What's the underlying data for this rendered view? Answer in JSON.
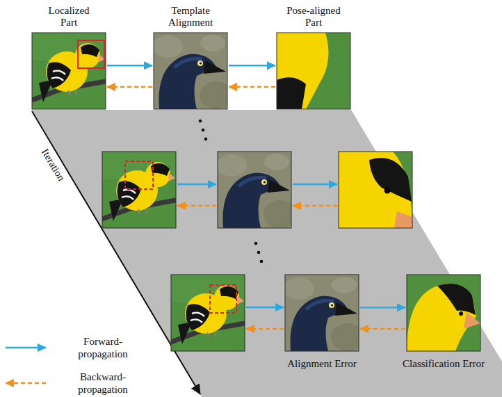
{
  "diagram": {
    "nodes": [
      {
        "text": [
          "Localized Part"
        ]
      },
      {
        "text": [
          "Template Alignment"
        ]
      },
      {
        "text": [
          "Pose-aligned Part"
        ]
      },
      {
        "text": [
          "Alignment Error"
        ]
      },
      {
        "text": [
          "Classification Error"
        ]
      }
    ],
    "edges": [
      {
        "from": 0,
        "to": 1,
        "arrow": "to"
      },
      {
        "from": 1,
        "to": 0,
        "arrow": "to"
      },
      {
        "from": 1,
        "to": 2,
        "arrow": "to"
      },
      {
        "from": 2,
        "to": 1,
        "arrow": "to"
      },
      {
        "from": 3,
        "to": 4,
        "arrow": "to"
      },
      {
        "from": 4,
        "to": 3,
        "arrow": "to"
      }
    ],
    "labels": [
      "Iteration"
    ],
    "legend": [
      {
        "text": "Forward-propagation"
      },
      {
        "text": "Backward-propagation"
      }
    ]
  }
}
